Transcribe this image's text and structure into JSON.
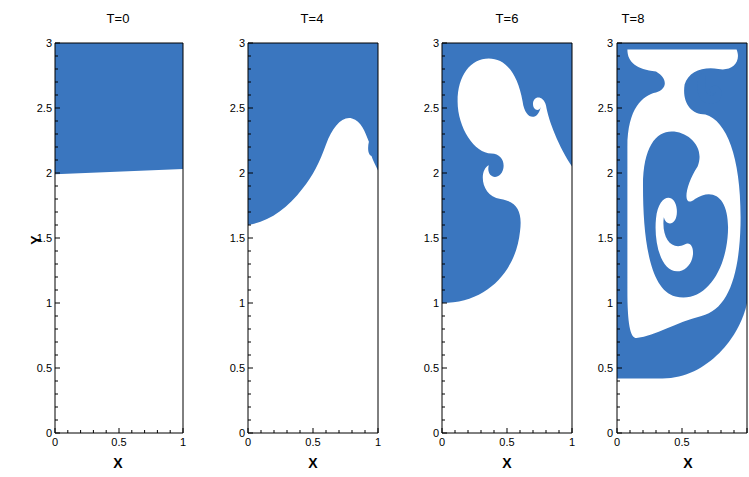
{
  "diagram": {
    "labels": [
      "T=0",
      "0",
      "0.5",
      "1",
      "1.5",
      "2",
      "2.5",
      "3",
      "0",
      "0.5",
      "1",
      "X",
      "Y",
      "T=4",
      "0",
      "0.5",
      "1",
      "1.5",
      "2",
      "2.5",
      "3",
      "0",
      "0.5",
      "1",
      "X",
      "T=6",
      "0",
      "0.5",
      "1",
      "1.5",
      "2",
      "2.5",
      "3",
      "0",
      "0.5",
      "1",
      "X",
      "T=8",
      "0",
      "0.5",
      "1",
      "1.5",
      "2",
      "2.5",
      "3",
      "0",
      "0.5",
      "X"
    ]
  }
}
